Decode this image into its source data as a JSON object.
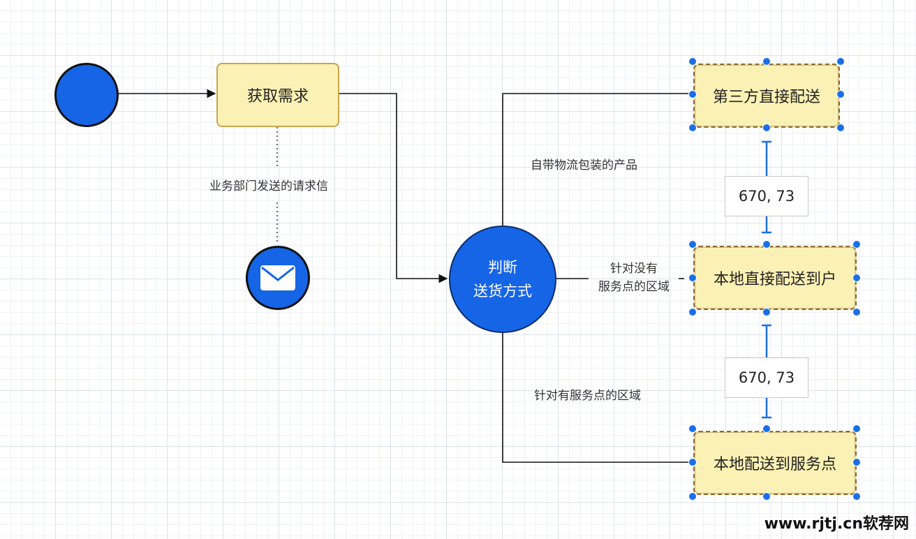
{
  "diagram": {
    "start_event": {},
    "task_get_requirement": {
      "label": "获取需求"
    },
    "message_label": "业务部门发送的请求信",
    "message_icon": "envelope-icon",
    "decision": {
      "line1": "判断",
      "line2": "送货方式"
    },
    "task_third_party": {
      "label": "第三方直接配送"
    },
    "task_local_home": {
      "label": "本地直接配送到户"
    },
    "task_local_service_point": {
      "label": "本地配送到服务点"
    },
    "edge_labels": {
      "top": "自带物流包装的产品",
      "middle_line1": "针对没有",
      "middle_line2": "服务点的区域",
      "bottom": "针对有服务点的区域"
    },
    "dimension_labels": [
      "670, 73",
      "670, 73"
    ]
  },
  "colors": {
    "node_fill": "#fbf1b4",
    "node_border": "#caa44e",
    "circle_fill": "#1565e6",
    "handle": "#1a6fe8"
  },
  "watermark": "www.rjtj.cn软荐网"
}
